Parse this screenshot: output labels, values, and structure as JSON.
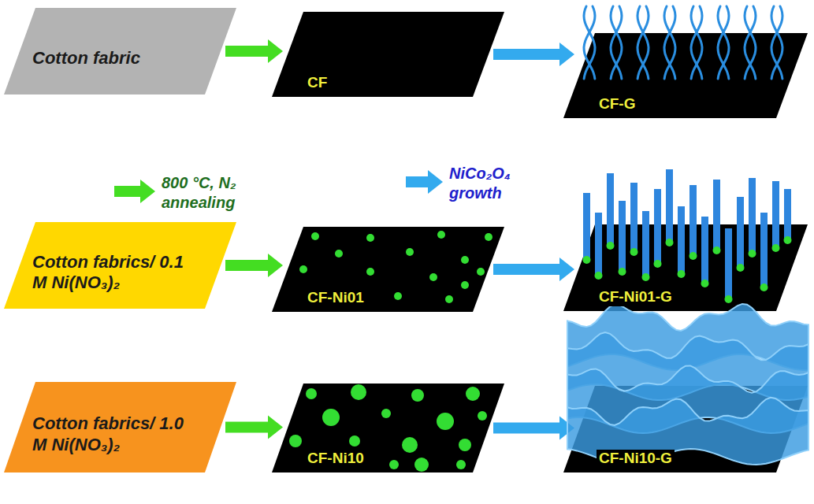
{
  "diagram": {
    "nodes": [
      {
        "text": [
          "Cotton fabric"
        ]
      },
      {
        "text": [
          "CF"
        ]
      },
      {
        "text": [
          "CF-G"
        ]
      },
      {
        "text": [
          "Cotton fabrics/ 0.1 M Ni(NO₃)₂"
        ]
      },
      {
        "text": [
          "CF-Ni01"
        ]
      },
      {
        "text": [
          "CF-Ni01-G"
        ]
      },
      {
        "text": [
          "Cotton fabrics/ 1.0 M Ni(NO₃)₂"
        ]
      },
      {
        "text": [
          "CF-Ni10"
        ]
      },
      {
        "text": [
          "CF-Ni10-G"
        ]
      }
    ],
    "edges": [
      {
        "from": 0,
        "to": 1,
        "arrow": "to"
      },
      {
        "from": 1,
        "to": 2,
        "arrow": "to"
      },
      {
        "from": 3,
        "to": 4,
        "arrow": "to"
      },
      {
        "from": 4,
        "to": 5,
        "arrow": "to"
      },
      {
        "from": 6,
        "to": 7,
        "arrow": "to"
      },
      {
        "from": 7,
        "to": 8,
        "arrow": "to"
      }
    ],
    "legend": [
      {
        "text": "800 °C, N₂ annealing"
      },
      {
        "text": "NiCo₂O₄ growth"
      }
    ]
  }
}
